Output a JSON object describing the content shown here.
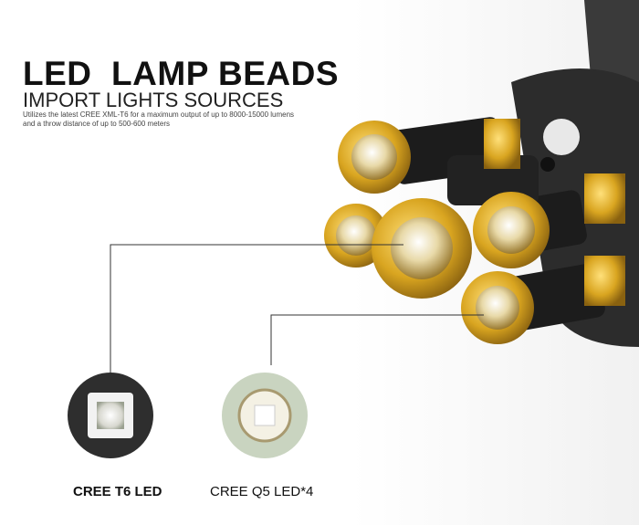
{
  "heading": {
    "title": "LED  LAMP BEADS",
    "subtitle": "IMPORT LIGHTS SOURCES",
    "description": "Utilizes the latest CREE XML-T6 for a maximum output of up to 8000-15000 lumens and a throw distance of up to 500-600 meters"
  },
  "callouts": [
    {
      "label": "CREE T6 LED"
    },
    {
      "label": "CREE Q5 LED*4"
    }
  ],
  "colors": {
    "gold": "#d9a520",
    "body": "#1c1c1c",
    "strap": "#3a3a3a"
  }
}
